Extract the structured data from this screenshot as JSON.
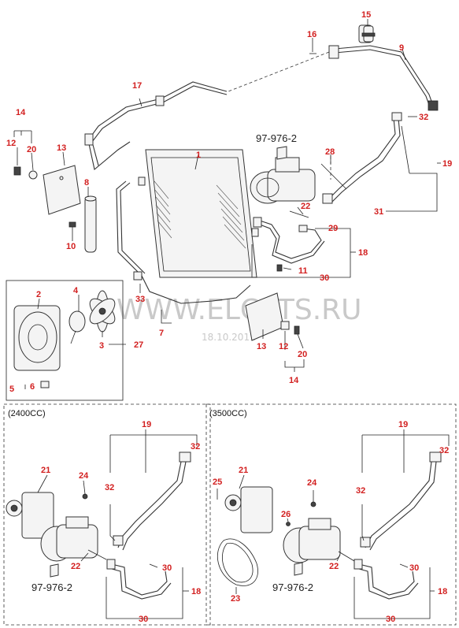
{
  "watermark": {
    "site": "WWW.ELCATS.RU",
    "date": "18.10.2011"
  },
  "engines": {
    "left": "(2400CC)",
    "right": "(3500CC)"
  },
  "ref_code": "97-976-2",
  "labels": {
    "p1": "1",
    "p2": "2",
    "p3": "3",
    "p4": "4",
    "p5": "5",
    "p6": "6",
    "p7": "7",
    "p8": "8",
    "p9": "9",
    "p10": "10",
    "p11": "11",
    "p12": "12",
    "p13": "13",
    "p14": "14",
    "p15": "15",
    "p16": "16",
    "p17": "17",
    "p18": "18",
    "p19": "19",
    "p20": "20",
    "p21": "21",
    "p22": "22",
    "p23": "23",
    "p24": "24",
    "p25": "25",
    "p26": "26",
    "p27": "27",
    "p28": "28",
    "p29": "29",
    "p30": "30",
    "p31": "31",
    "p32": "32",
    "p33": "33"
  }
}
